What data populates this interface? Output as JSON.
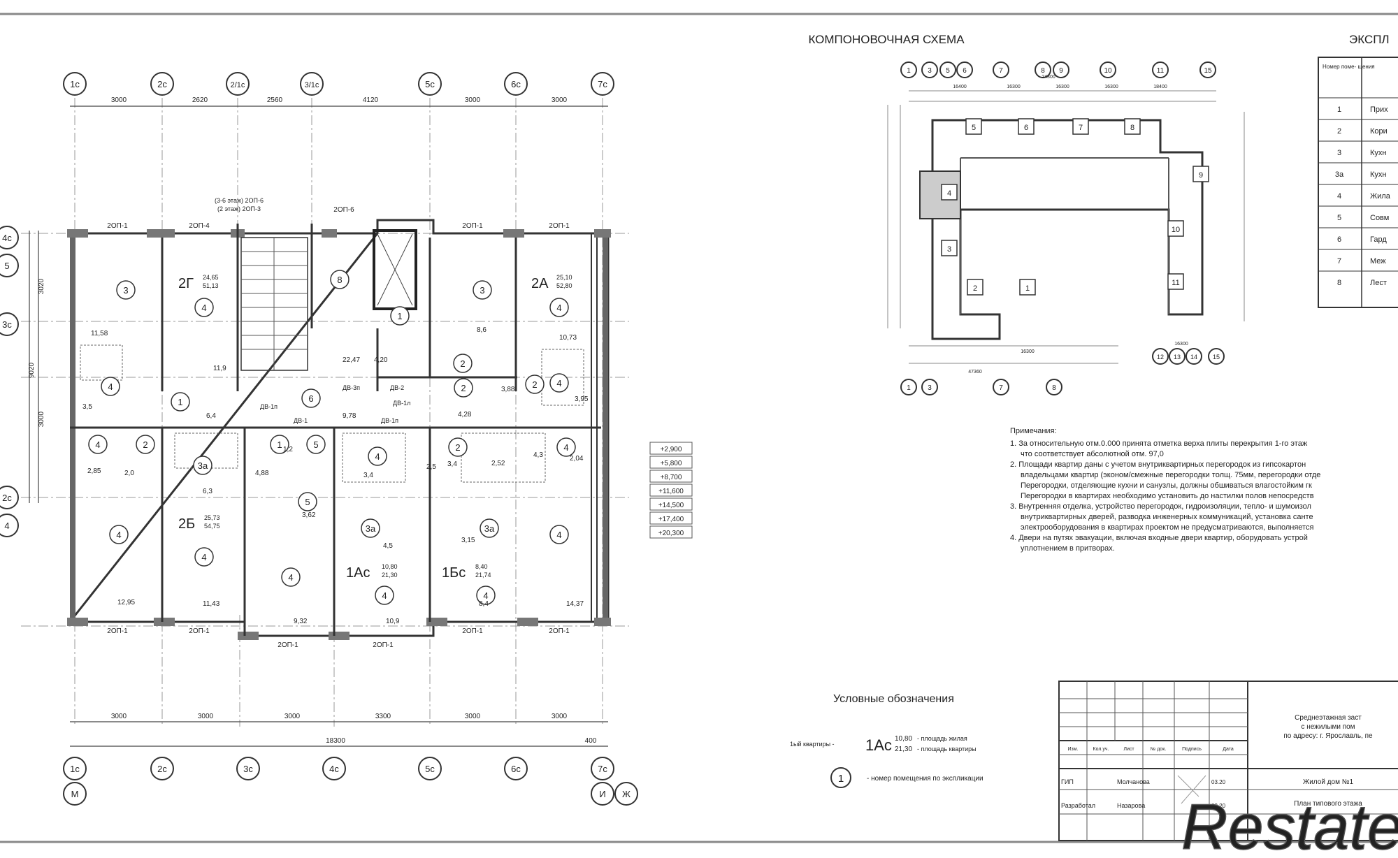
{
  "plan": {
    "top_axes": [
      "1с",
      "2с",
      "2/1с",
      "3/1с",
      "5с",
      "6с",
      "7с"
    ],
    "top_dims": [
      "3000",
      "2620",
      "2560",
      "4120",
      "3000",
      "3000"
    ],
    "bottom_axes": [
      "1с",
      "2с",
      "3с",
      "4с",
      "5с",
      "6с",
      "7с"
    ],
    "bottom_dims": [
      "3000",
      "3000",
      "3000",
      "3300",
      "3000",
      "3000"
    ],
    "total_dim": "18300",
    "tail_dim": "400",
    "left_axes": [
      "4с",
      "5",
      "3с",
      "2с",
      "4"
    ],
    "left_dims": [
      "3020",
      "9020",
      "3000"
    ],
    "bottom_letters": [
      "М",
      "И",
      "Ж"
    ],
    "partitions_top": [
      "2ОП-1",
      "2ОП-4",
      "2ОП-6",
      "2ОП-1",
      "2ОП-1"
    ],
    "partition_note_1": "(3-6 этаж) 2ОП-6",
    "partition_note_2": "(2 этаж) 2ОП-3",
    "partitions_bottom": [
      "2ОП-1",
      "2ОП-1",
      "2ОП-1",
      "2ОП-1",
      "2ОП-1",
      "2ОП-1"
    ],
    "doors": [
      "ДВ-1п",
      "ДВ-3п",
      "ДВ-2",
      "ДВ-1",
      "ДВ-1п",
      "ДВ-1л"
    ],
    "apartments": [
      {
        "code": "2Г",
        "area_living": "24,65",
        "area_total": "51,13"
      },
      {
        "code": "2А",
        "area_living": "25,10",
        "area_total": "52,80"
      },
      {
        "code": "2Б",
        "area_living": "25,73",
        "area_total": "54,75"
      },
      {
        "code": "1Ас",
        "area_living": "10,80",
        "area_total": "21,30"
      },
      {
        "code": "1Бс",
        "area_living": "8,40",
        "area_total": "21,74"
      }
    ],
    "room_areas": [
      "11,58",
      "11,9",
      "22,47",
      "4,20",
      "8,6",
      "10,73",
      "3,88",
      "3,5",
      "6,4",
      "9,78",
      "4,28",
      "3,95",
      "2,85",
      "2,0",
      "6,3",
      "4,88",
      "3,62",
      "1,2",
      "3,4",
      "2,5",
      "3,4",
      "2,52",
      "3,15",
      "4,3",
      "2,04",
      "4,5",
      "12,95",
      "11,43",
      "9,32",
      "10,9",
      "8,4",
      "14,37"
    ],
    "elevations": [
      "+2,900",
      "+5,800",
      "+8,700",
      "+11,600",
      "+14,500",
      "+17,400",
      "+20,300"
    ]
  },
  "scheme": {
    "title": "КОМПОНОВОЧНАЯ СХЕМА",
    "sections": [
      "1",
      "2",
      "3",
      "4",
      "5",
      "6",
      "7",
      "8",
      "9",
      "10",
      "11"
    ],
    "top_axes": [
      "1",
      "3",
      "5",
      "6",
      "7",
      "8",
      "9",
      "10",
      "11",
      "15"
    ],
    "bottom_axes": [
      "1",
      "3",
      "7",
      "8"
    ],
    "right_axes": [
      "12",
      "13",
      "14",
      "15"
    ],
    "dims": [
      "16400",
      "16300",
      "16300",
      "16300",
      "18400",
      "24300",
      "47360",
      "16300",
      "16300"
    ]
  },
  "explication": {
    "title": "ЭКСПЛ",
    "header": "Номер поме- щения",
    "rows": [
      {
        "num": "1",
        "name": "Прих"
      },
      {
        "num": "2",
        "name": "Кори"
      },
      {
        "num": "3",
        "name": "Кухн"
      },
      {
        "num": "3а",
        "name": "Кухн"
      },
      {
        "num": "4",
        "name": "Жила"
      },
      {
        "num": "5",
        "name": "Совм"
      },
      {
        "num": "6",
        "name": "Гард"
      },
      {
        "num": "7",
        "name": "Меж"
      },
      {
        "num": "8",
        "name": "Лест"
      }
    ]
  },
  "notes": {
    "heading": "Примечания:",
    "lines": [
      "1. За относительную отм.0.000 принята отметка верха плиты перекрытия 1-го этаж",
      "что соответствует абсолютной отм. 97,0",
      "2. Площади квартир даны с учетом внутриквартирных перегородок из гипсокартон",
      "владельцами квартир (эконом/смежные перегородки толщ. 75мм, перегородки отде",
      "Перегородки, отделяющие кухни и санузлы, должны обшиваться влагостойким гк",
      "Перегородки в квартирах необходимо установить до настилки полов непосредств",
      "3. Внутренняя отделка, устройство перегородок, гидроизоляции, тепло- и шумоизол",
      "внутриквартирных дверей, разводка инженерных коммуникаций, установка санте",
      "электрооборудования в квартирах проектом не предусматриваются, выполняется",
      "4. Двери на путях эвакуации, включая входные двери квартир, оборудовать устрой",
      "уплотнением в притворах."
    ]
  },
  "legend": {
    "title": "Условные обозначения",
    "apt_prefix": "1ый квартиры -",
    "apt_code": "1Ас",
    "apt_living": "10,80",
    "apt_total": "21,30",
    "living_label": "- площадь жилая",
    "total_label": "- площадь квартиры",
    "room_num": "1",
    "room_label": "- номер помещения по экспликации"
  },
  "title_block": {
    "headers": [
      "Изм.",
      "Кол.уч.",
      "Лист",
      "№ док.",
      "Подпись",
      "Дата"
    ],
    "project": "Среднеэтажная заст",
    "project_2": "с нежилыми пом",
    "project_3": "по адресу: г. Ярославль, пе",
    "building": "Жилой дом №1",
    "rows": [
      {
        "role": "ГИП",
        "name": "Молчанова",
        "date": "03.20"
      },
      {
        "role": "Разработал",
        "name": "Назарова",
        "date": "03.20"
      }
    ],
    "sheet_note": "План типового этажа"
  },
  "watermark": "Restate"
}
